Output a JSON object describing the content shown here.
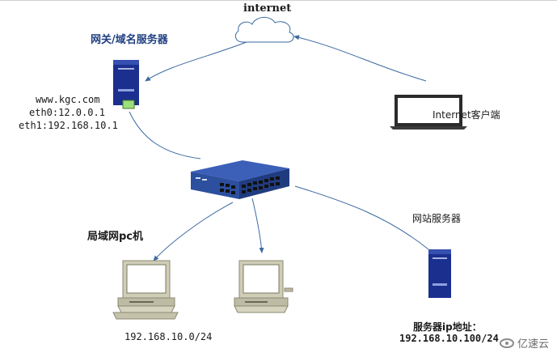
{
  "labels": {
    "internet": "internet",
    "gateway": "网关/域名服务器",
    "domain": "www.kgc.com",
    "eth0": "eth0:12.0.0.1",
    "eth1": "eth1:192.168.10.1",
    "internet_client": "Internet客户端",
    "lan_pc": "局域网pc机",
    "web_server": "网站服务器",
    "lan_subnet": "192.168.10.0/24",
    "server_ip_label": "服务器ip地址：",
    "server_ip": "192.168.10.100/24"
  },
  "watermark": {
    "text": "亿速云"
  },
  "colors": {
    "line": "#3b6aa0",
    "switch": "#2c4f9e",
    "server": "#1b2f8f",
    "monitor": "#cfcdb6"
  },
  "icons": [
    "cloud-icon",
    "server-icon",
    "laptop-icon",
    "switch-icon",
    "desktop-pc-icon"
  ]
}
